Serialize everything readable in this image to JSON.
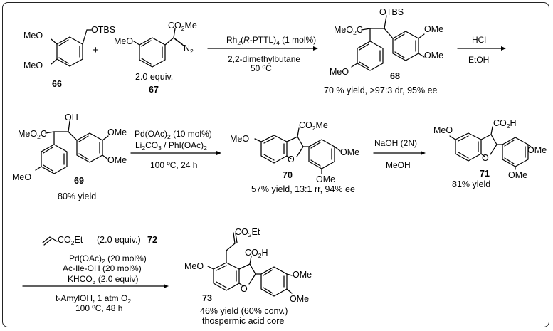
{
  "row1": {
    "c66": {
      "otbs": "OTBS",
      "meo_top": "MeO",
      "meo_bot": "MeO",
      "number": "66"
    },
    "plus": "+",
    "c67": {
      "ester": "CO",
      "ester_sub": "2",
      "ester_tail": "Me",
      "diazo": "N",
      "diazo_sub": "2",
      "meo": "MeO",
      "equiv": "2.0 equiv.",
      "number": "67"
    },
    "arrow1": {
      "cat_a": "Rh",
      "cat_a_sub": "2",
      "cat_b": "(",
      "cat_c": "R",
      "cat_d": "-PTTL)",
      "cat_d_sub": "4",
      "cat_e": " (1 mol%)",
      "solvent": "2,2-dimethylbutane",
      "temp": "50 ºC"
    },
    "c68": {
      "ester": "MeO",
      "ester_sub": "2",
      "ester_tail": "C",
      "otbs": "OTBS",
      "ome_top": "OMe",
      "ome_bot": "OMe",
      "meo": "MeO",
      "number": "68",
      "yield": "70 % yield, >97:3 dr, 95% ee"
    },
    "arrow2": {
      "reagent": "HCl",
      "solvent": "EtOH"
    }
  },
  "row2": {
    "c69": {
      "ester": "MeO",
      "ester_sub": "2",
      "ester_tail": "C",
      "oh": "OH",
      "ome_top": "OMe",
      "ome_bot": "OMe",
      "meo": "MeO",
      "number": "69",
      "yield": "80% yield"
    },
    "arrow3": {
      "l1a": "Pd(OAc)",
      "l1_sub": "2",
      "l1b": " (10 mol%)",
      "l2a": "Li",
      "l2_sub": "2",
      "l2b": "CO",
      "l2_sub2": "3",
      "l2c": " / PhI(OAc)",
      "l2_sub3": "2",
      "l3": "100 ºC, 24 h"
    },
    "c70": {
      "meo": "MeO",
      "ester": "CO",
      "ester_sub": "2",
      "ester_tail": "Me",
      "ome_top": "OMe",
      "ome_bot": "OMe",
      "o": "O",
      "number": "70",
      "yield": "57% yield, 13:1 rr, 94% ee"
    },
    "arrow4": {
      "reagent": "NaOH (2N)",
      "solvent": "MeOH"
    },
    "c71": {
      "meo": "MeO",
      "acid": "CO",
      "acid_sub": "2",
      "acid_tail": "H",
      "ome_top": "OMe",
      "ome_bot": "OMe",
      "o": "O",
      "number": "71",
      "yield": "81% yield"
    }
  },
  "row3": {
    "arrow5": {
      "acrylate": "CO",
      "acrylate_sub": "2",
      "acrylate_tail": "Et",
      "equiv": "(2.0 equiv.)",
      "number": "72",
      "l1a": "Pd(OAc)",
      "l1_sub": "2",
      "l1b": " (20 mol%)",
      "l2": "Ac-Ile-OH (20 mol%)",
      "l3a": "KHCO",
      "l3_sub": "3",
      "l3b": " (2.0 equiv)",
      "l4a": "t-AmylOH, 1 atm O",
      "l4_sub": "2",
      "l5": "100 ºC, 48 h"
    },
    "c73": {
      "ester": "CO",
      "ester_sub": "2",
      "ester_tail": "Et",
      "acid": "CO",
      "acid_sub": "2",
      "acid_tail": "H",
      "meo": "MeO",
      "ome_top": "OMe",
      "ome_bot": "OMe",
      "o": "O",
      "number": "73",
      "yield": "46% yield (60% conv.)",
      "note": "thospermic acid core"
    }
  }
}
